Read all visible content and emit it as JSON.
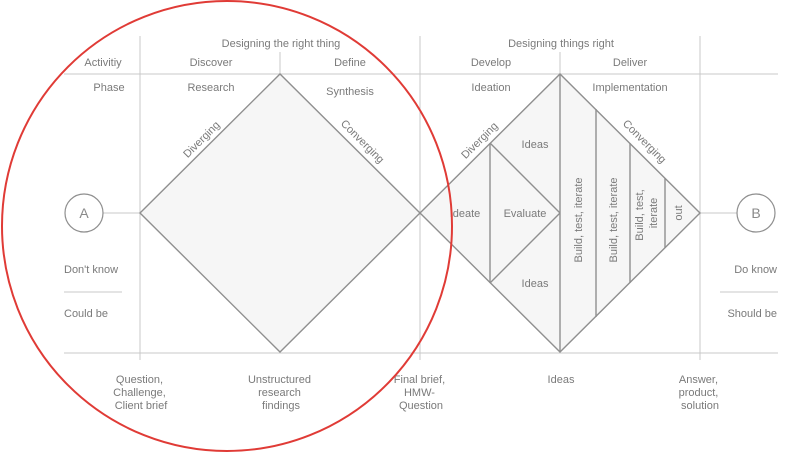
{
  "header": {
    "left_title": "Designing the right thing",
    "right_title": "Designing things right"
  },
  "row_labels": {
    "activity": "Activitiy",
    "phase": "Phase"
  },
  "stages": {
    "discover": {
      "activity": "Discover",
      "phase": "Research"
    },
    "define": {
      "activity": "Define",
      "phase": "Synthesis"
    },
    "develop": {
      "activity": "Develop",
      "phase": "Ideation"
    },
    "deliver": {
      "activity": "Deliver",
      "phase": "Implementation"
    }
  },
  "diamond1": {
    "diverging": "Diverging",
    "converging": "Converging"
  },
  "diamond2": {
    "diverging": "Diverging",
    "converging": "Converging",
    "ideas_top": "Ideas",
    "ideas_bottom": "Ideas",
    "ideate": "Ideate",
    "evaluate": "Evaluate",
    "build1": "Build, test, iterate",
    "build2": "Build, test, iterate",
    "build3_line1": "Build, test,",
    "build3_line2": "iterate",
    "out": "out"
  },
  "nodes": {
    "start": "A",
    "end": "B"
  },
  "side_left": {
    "top": "Don't know",
    "bottom": "Could be"
  },
  "side_right": {
    "top": "Do know",
    "bottom": "Should be"
  },
  "bottom_labels": {
    "question": [
      "Question,",
      "Challenge,",
      "Client brief"
    ],
    "unstructured": [
      "Unstructured",
      "research",
      "findings"
    ],
    "final_brief": [
      "Final brief,",
      "HMW-",
      "Question"
    ],
    "ideas": [
      "Ideas"
    ],
    "answer": [
      "Answer,",
      "product,",
      "solution"
    ]
  },
  "colors": {
    "highlight_circle": "#e03b36",
    "lines": "#8f8f8f"
  }
}
